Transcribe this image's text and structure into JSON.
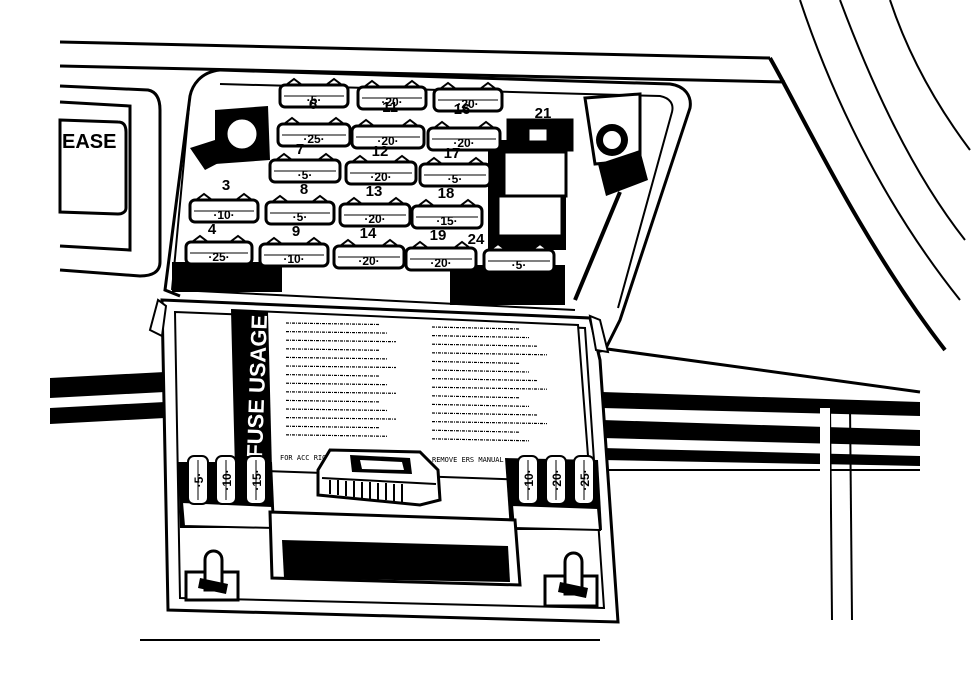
{
  "release_button": {
    "label": "EASE"
  },
  "fuses": [
    {
      "amp": "5"
    },
    {
      "amp": "20"
    },
    {
      "amp": "20"
    },
    {
      "amp": "25"
    },
    {
      "amp": "20"
    },
    {
      "amp": "20"
    },
    {
      "amp": "5"
    },
    {
      "amp": "20"
    },
    {
      "amp": "5"
    },
    {
      "amp": "10"
    },
    {
      "amp": "5"
    },
    {
      "amp": "20"
    },
    {
      "amp": "15"
    },
    {
      "amp": "25"
    },
    {
      "amp": "10"
    },
    {
      "amp": "20"
    },
    {
      "amp": "20"
    },
    {
      "amp": "5"
    }
  ],
  "position_numbers": [
    {
      "n": "21"
    },
    {
      "n": "3"
    },
    {
      "n": "6"
    },
    {
      "n": "11"
    },
    {
      "n": "16"
    },
    {
      "n": "7"
    },
    {
      "n": "12"
    },
    {
      "n": "17"
    },
    {
      "n": "8"
    },
    {
      "n": "13"
    },
    {
      "n": "18"
    },
    {
      "n": "4"
    },
    {
      "n": "9"
    },
    {
      "n": "14"
    },
    {
      "n": "19"
    },
    {
      "n": "24"
    }
  ],
  "fuse_usage_label": {
    "title": "FUSE USAGE"
  },
  "label_notes": {
    "left": "FOR ACC RIGHT",
    "right": "REMOVE ERS MANUAL"
  },
  "spare_fuses": {
    "left": [
      {
        "amp": "5"
      },
      {
        "amp": "10"
      },
      {
        "amp": "15"
      }
    ],
    "right": [
      {
        "amp": "10"
      },
      {
        "amp": "20"
      },
      {
        "amp": "25"
      }
    ]
  }
}
